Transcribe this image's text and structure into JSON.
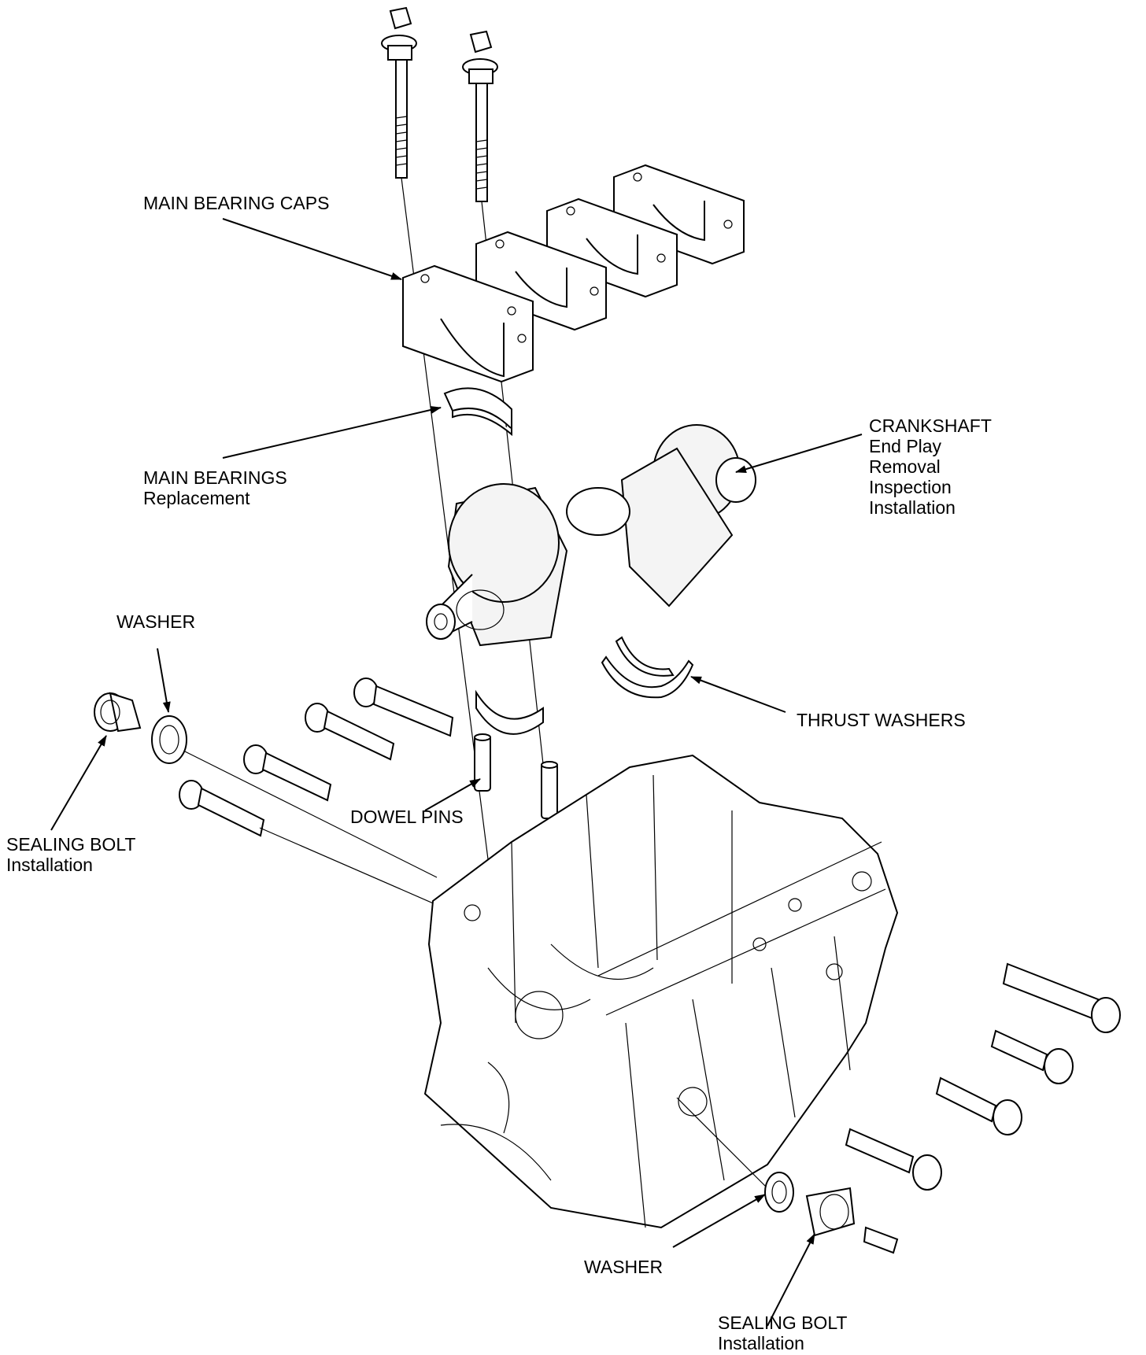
{
  "labels": {
    "main_bearing_caps": "MAIN BEARING CAPS",
    "main_bearings": [
      "MAIN BEARINGS",
      "Replacement"
    ],
    "crankshaft": [
      "CRANKSHAFT",
      "End Play",
      "Removal",
      "Inspection",
      "Installation"
    ],
    "washer_left": "WASHER",
    "thrust_washers": "THRUST WASHERS",
    "dowel_pins": "DOWEL PINS",
    "sealing_bolt_left": [
      "SEALING BOLT",
      "Installation"
    ],
    "washer_bottom": "WASHER",
    "sealing_bolt_bottom": [
      "SEALING BOLT",
      "Installation"
    ]
  },
  "colors": {
    "ink": "#000000",
    "paper": "#ffffff"
  }
}
